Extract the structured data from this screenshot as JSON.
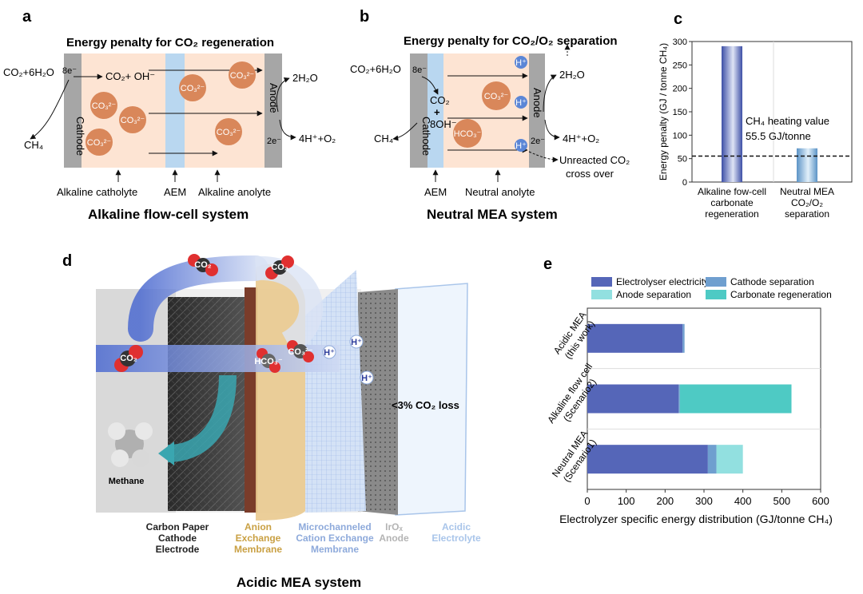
{
  "panels": {
    "a": {
      "label": "a",
      "title": "Energy penalty for CO₂ regeneration",
      "left_reactant": "CO₂+6H₂O",
      "electrons_8": "8e⁻",
      "cathode": "Cathode",
      "anode": "Anode",
      "co2_oh": "CO₂+ OH⁻",
      "water": "2H₂O",
      "methane": "CH₄",
      "electrons_2": "2e⁻",
      "h_o2": "4H⁺+O₂",
      "carbonate": "CO₃²⁻",
      "catholyte": "Alkaline catholyte",
      "aem": "AEM",
      "anolyte": "Alkaline anolyte",
      "system": "Alkaline flow-cell system"
    },
    "b": {
      "label": "b",
      "title": "Energy penalty for CO₂/O₂ separation",
      "left_reactant": "CO₂+6H₂O",
      "electrons_8": "8e⁻",
      "cathode": "Cathode",
      "anode": "Anode",
      "co2": "CO₂",
      "plus": "+",
      "oh8": "8OH⁻",
      "methane": "CH₄",
      "hco3": "HCO₃⁻",
      "carbonate": "CO₃²⁻",
      "proton": "H⁺",
      "water": "2H₂O",
      "electrons_2": "2e⁻",
      "h_o2": "4H⁺+O₂",
      "unreacted_1": "Unreacted CO₂",
      "unreacted_2": "cross over",
      "aem": "AEM",
      "anolyte": "Neutral anolyte",
      "system": "Neutral MEA system"
    },
    "d": {
      "label": "d",
      "co2": "CO₂",
      "co3": "CO₃²⁻",
      "hco3": "HCO₃⁻",
      "proton": "H⁺",
      "loss": "<3% CO₂ loss",
      "methane": "Methane",
      "layer_cathode": [
        "Carbon Paper",
        "Cathode",
        "Electrode"
      ],
      "layer_aem": [
        "Anion",
        "Exchange",
        "Membrane"
      ],
      "layer_cem": [
        "Microchanneled",
        "Cation Exchange",
        "Membrane"
      ],
      "layer_anode": [
        "IrOₓ",
        "Anode"
      ],
      "layer_acid": [
        "Acidic",
        "Electrolyte"
      ],
      "system": "Acidic MEA system"
    }
  },
  "colors": {
    "cathode_gray": "#a6a6a6",
    "membrane_blue": "#b9d7f0",
    "electrolyte_peach": "#fde4d3",
    "carbonate_circle": "#d9875a",
    "proton_blue": "#5b86d6",
    "bar_electricity": "#5566b8",
    "bar_cathode_sep": "#6f9fcf",
    "bar_anode_sep": "#92e0e0",
    "bar_carbonate_regen": "#4ecac4",
    "aem_yellow": "#e9c98e",
    "aem_label": "#c9a043",
    "cem_label": "#8eaadb",
    "anode_label": "#b4b4b4",
    "acid_label": "#a9c5ea"
  },
  "chart_data": [
    {
      "panel_label": "c",
      "type": "bar",
      "categories": [
        [
          "Alkaline fow-cell",
          "carbonate",
          "regeneration"
        ],
        [
          "Neutral MEA",
          "CO₂/O₂",
          "separation"
        ]
      ],
      "values": [
        290,
        72
      ],
      "ylabel": "Energy penalty (GJ / tonne CH₄)",
      "ylim": [
        0,
        300
      ],
      "yticks": [
        0,
        50,
        100,
        150,
        200,
        250,
        300
      ],
      "reference_line": {
        "value": 55.5,
        "style": "dashed"
      },
      "annotation": [
        "CH₄ heating value",
        "55.5 GJ/tonne"
      ],
      "grid": false
    },
    {
      "panel_label": "e",
      "type": "bar",
      "orientation": "horizontal",
      "stacked": true,
      "categories": [
        [
          "Acidic MEA",
          "(this work)"
        ],
        [
          "Alkaline flow cell",
          "(Scenario2)"
        ],
        [
          "Neutral MEA",
          "(Scenario1)"
        ]
      ],
      "series": [
        {
          "name": "Electrolyser electricity",
          "color": "#5566b8",
          "values": [
            245,
            235,
            310
          ]
        },
        {
          "name": "Cathode separation",
          "color": "#6f9fcf",
          "values": [
            5,
            3,
            22
          ]
        },
        {
          "name": "Anode separation",
          "color": "#92e0e0",
          "values": [
            0,
            0,
            68
          ]
        },
        {
          "name": "Carbonate regeneration",
          "color": "#4ecac4",
          "values": [
            0,
            287,
            0
          ]
        }
      ],
      "xlabel": "Electrolyzer specific energy distribution (GJ/tonne CH₄)",
      "xlim": [
        0,
        600
      ],
      "xticks": [
        0,
        100,
        200,
        300,
        400,
        500,
        600
      ],
      "legend_position": "top",
      "grid": false
    }
  ]
}
